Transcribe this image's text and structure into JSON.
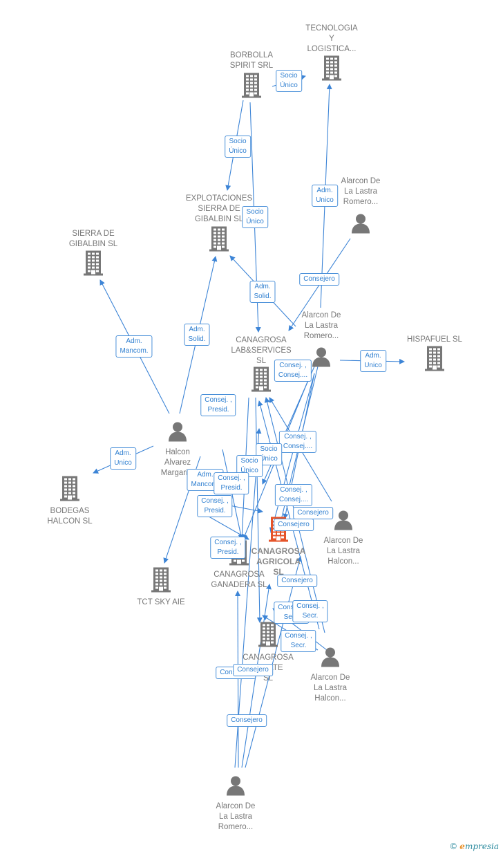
{
  "colors": {
    "edge": "#3c84d6",
    "icon": "#777777",
    "focus": "#e5542a",
    "label": "#777777"
  },
  "nodes": [
    {
      "id": "borbolla",
      "kind": "company",
      "lines": [
        "BORBOLLA",
        "SPIRIT SRL"
      ]
    },
    {
      "id": "tecnologia",
      "kind": "company",
      "lines": [
        "TECNOLOGIA",
        "Y",
        "LOGISTICA..."
      ]
    },
    {
      "id": "explotaciones",
      "kind": "company",
      "lines": [
        "EXPLOTACIONES",
        "SIERRA DE",
        "GIBALBIN  SL"
      ]
    },
    {
      "id": "sierra",
      "kind": "company",
      "lines": [
        "SIERRA DE",
        "GIBALBIN SL"
      ]
    },
    {
      "id": "labservices",
      "kind": "company",
      "lines": [
        "CANAGROSA",
        "LAB&SERVICES",
        "SL"
      ]
    },
    {
      "id": "hispafuel",
      "kind": "company",
      "lines": [
        "HISPAFUEL  SL"
      ]
    },
    {
      "id": "bodegas",
      "kind": "company",
      "lines": [
        "BODEGAS",
        "HALCON  SL"
      ]
    },
    {
      "id": "tct",
      "kind": "company",
      "lines": [
        "TCT SKY AIE"
      ]
    },
    {
      "id": "agricola",
      "kind": "focus",
      "lines": [
        "CANAGROSA",
        "AGRICOLA",
        "SL"
      ]
    },
    {
      "id": "ganadera",
      "kind": "company",
      "lines": [
        "CANAGROSA",
        "GANADERA  SL"
      ]
    },
    {
      "id": "estate",
      "kind": "company",
      "lines": [
        "CANAGROSA",
        "ESTATE",
        "SL"
      ]
    },
    {
      "id": "p_alarcon_top",
      "kind": "person",
      "lines": [
        "Alarcon De",
        "La Lastra",
        "Romero..."
      ]
    },
    {
      "id": "p_alarcon_mid",
      "kind": "person",
      "lines": [
        "Alarcon De",
        "La Lastra",
        "Romero..."
      ]
    },
    {
      "id": "p_halcon",
      "kind": "person",
      "lines": [
        "Halcon",
        "Alvarez",
        "Margarita"
      ]
    },
    {
      "id": "p_alarcon_halcon1",
      "kind": "person",
      "lines": [
        "Alarcon De",
        "La Lastra",
        "Halcon..."
      ]
    },
    {
      "id": "p_alarcon_halcon2",
      "kind": "person",
      "lines": [
        "Alarcon De",
        "La Lastra",
        "Halcon..."
      ]
    },
    {
      "id": "p_alarcon_bottom",
      "kind": "person",
      "lines": [
        "Alarcon De",
        "La Lastra",
        "Romero..."
      ]
    }
  ],
  "edge_labels": [
    {
      "id": "l1",
      "lines": [
        "Socio",
        "Único"
      ]
    },
    {
      "id": "l2",
      "lines": [
        "Socio",
        "Único"
      ]
    },
    {
      "id": "l3",
      "lines": [
        "Socio",
        "Único"
      ]
    },
    {
      "id": "l4",
      "lines": [
        "Adm.",
        "Unico"
      ]
    },
    {
      "id": "l5",
      "lines": [
        "Consejero"
      ]
    },
    {
      "id": "l6",
      "lines": [
        "Adm.",
        "Solid."
      ]
    },
    {
      "id": "l7",
      "lines": [
        "Adm.",
        "Mancom."
      ]
    },
    {
      "id": "l8",
      "lines": [
        "Adm.",
        "Solid."
      ]
    },
    {
      "id": "l9",
      "lines": [
        "Consej. ,",
        "Consej...."
      ]
    },
    {
      "id": "l10",
      "lines": [
        "Adm.",
        "Unico"
      ]
    },
    {
      "id": "l11",
      "lines": [
        "Consej. ,",
        "Presid."
      ]
    },
    {
      "id": "l12",
      "lines": [
        "Adm.",
        "Unico"
      ]
    },
    {
      "id": "l13",
      "lines": [
        "Consej. ,",
        "Consej...."
      ]
    },
    {
      "id": "l14",
      "lines": [
        "Socio",
        "Único"
      ]
    },
    {
      "id": "l15",
      "lines": [
        "Socio",
        "Único"
      ]
    },
    {
      "id": "l16",
      "lines": [
        "Adm.",
        "Mancom."
      ]
    },
    {
      "id": "l17",
      "lines": [
        "Consej. ,",
        "Presid."
      ]
    },
    {
      "id": "l18",
      "lines": [
        "Consej. ,",
        "Presid."
      ]
    },
    {
      "id": "l19",
      "lines": [
        "Consej. ,",
        "Consej...."
      ]
    },
    {
      "id": "l20",
      "lines": [
        "Consejero"
      ]
    },
    {
      "id": "l21",
      "lines": [
        "Consejero"
      ]
    },
    {
      "id": "l22",
      "lines": [
        "Consej. ,",
        "Presid."
      ]
    },
    {
      "id": "l23",
      "lines": [
        "Consejero"
      ]
    },
    {
      "id": "l24",
      "lines": [
        "Consej. ,",
        "Secr."
      ]
    },
    {
      "id": "l25",
      "lines": [
        "Consej. ,",
        "Secr."
      ]
    },
    {
      "id": "l26",
      "lines": [
        "Consej. ,",
        "Secr."
      ]
    },
    {
      "id": "l27",
      "lines": [
        "Consejero"
      ]
    },
    {
      "id": "l28",
      "lines": [
        "Consejero"
      ]
    },
    {
      "id": "l29",
      "lines": [
        "Consejero"
      ]
    }
  ],
  "footer": {
    "copyright": "©",
    "brand_initial": "e",
    "brand_rest": "mpresia"
  }
}
